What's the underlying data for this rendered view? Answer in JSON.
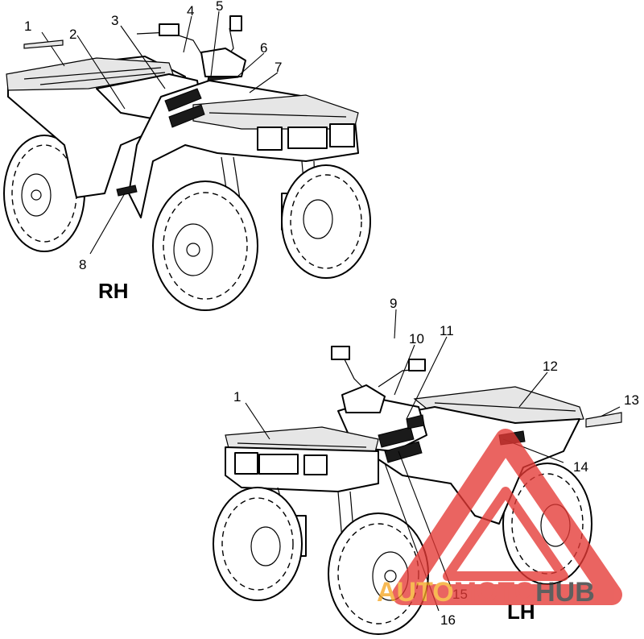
{
  "views": {
    "rh": {
      "label": "RH"
    },
    "lh": {
      "label": "LH"
    }
  },
  "callouts": {
    "rh": [
      "1",
      "2",
      "3",
      "4",
      "5",
      "6",
      "7",
      "8"
    ],
    "lh": [
      "9",
      "10",
      "11",
      "12",
      "13",
      "14",
      "15",
      "16"
    ],
    "lh_first": "1"
  },
  "watermark": {
    "part1": "AUTO",
    "part2": "MOTO",
    "part3": "HUB",
    "colors": {
      "triangle": "#e53935",
      "auto": "#f5a623",
      "moto": "#e53935",
      "hub": "#333333"
    }
  }
}
